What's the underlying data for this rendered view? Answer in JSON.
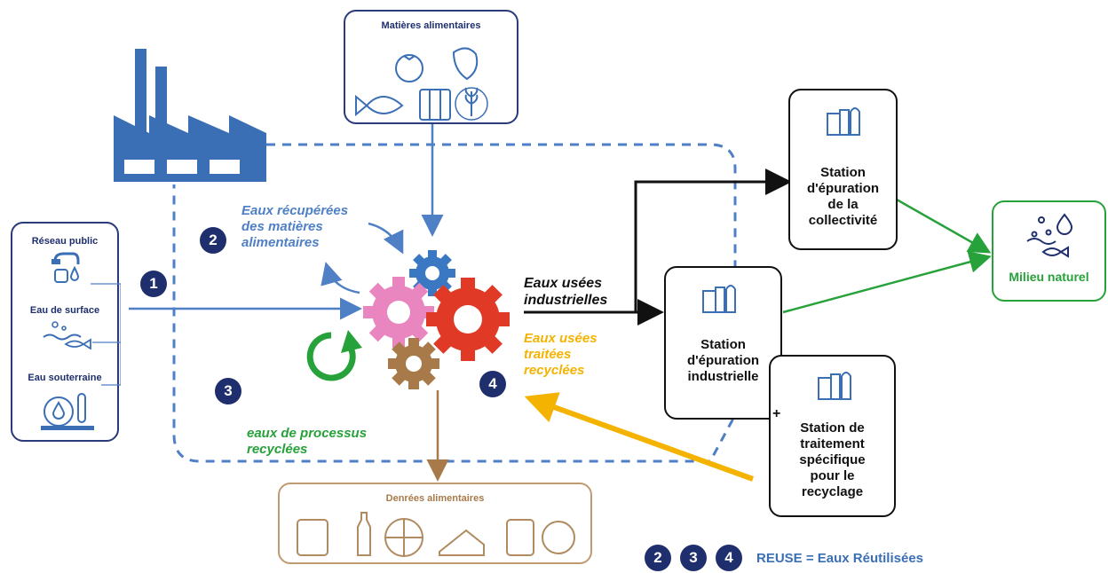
{
  "sources_box": {
    "items": [
      "Réseau public",
      "Eau de surface",
      "Eau souterraine"
    ]
  },
  "matieres_box": {
    "title": "Matières alimentaires"
  },
  "denrees_box": {
    "title": "Denrées alimentaires"
  },
  "labels": {
    "eaux_recuperees": "Eaux récupérées des matières alimentaires",
    "eaux_usees_industrielles": "Eaux usées industrielles",
    "eaux_usees_traitees": "Eaux usées traitées recyclées",
    "eaux_processus": "eaux de processus recyclées"
  },
  "stations": {
    "collectivite": "Station d'épuration de la collectivité",
    "industrielle": "Station d'épuration industrielle",
    "plus": "+",
    "recyclage": "Station de traitement spécifique pour le recyclage"
  },
  "milieu": {
    "label": "Milieu naturel"
  },
  "badges": {
    "b1": "1",
    "b2": "2",
    "b3": "3",
    "b4": "4"
  },
  "legend": {
    "badges": [
      "2",
      "3",
      "4"
    ],
    "text": "REUSE = Eaux Réutilisées"
  },
  "colors": {
    "navy": "#1f2f6e",
    "blue": "#3b78c3",
    "light_blue": "#4f7fc4",
    "green": "#27a13a",
    "yellow": "#f3b300",
    "brown": "#a87a4a",
    "red": "#e03a26",
    "pink": "#e986c0"
  }
}
